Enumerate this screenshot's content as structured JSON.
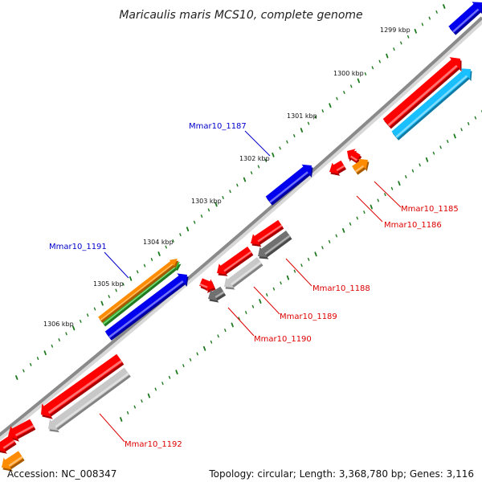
{
  "title": "Maricaulis maris MCS10, complete genome",
  "footer": {
    "accession": "Accession: NC_008347",
    "summary": "Topology: circular; Length: 3,368,780 bp; Genes: 3,116"
  },
  "colors": {
    "backbone": "#8a8a8a",
    "tick": "#1e7a1e",
    "gene_label": "#dd0000",
    "cds_label": "#0000cc",
    "red": "#ff0000",
    "blue": "#0000ee",
    "cyan": "#19bfff",
    "orange": "#ff8c00",
    "green": "#33bb33",
    "gray": "#c8c8c8",
    "darkgray": "#707070"
  },
  "kbp_labels": [
    "1299 kbp",
    "1300 kbp",
    "1301 kbp",
    "1302 kbp",
    "1303 kbp",
    "1304 kbp",
    "1305 kbp",
    "1306 kbp"
  ],
  "gene_labels": [
    {
      "text": "Mmar10_1185",
      "color": "red"
    },
    {
      "text": "Mmar10_1186",
      "color": "red"
    },
    {
      "text": "Mmar10_1187",
      "color": "blue"
    },
    {
      "text": "Mmar10_1188",
      "color": "red"
    },
    {
      "text": "Mmar10_1189",
      "color": "red"
    },
    {
      "text": "Mmar10_1190",
      "color": "red"
    },
    {
      "text": "Mmar10_1191",
      "color": "blue"
    },
    {
      "text": "Mmar10_1192",
      "color": "red"
    }
  ]
}
